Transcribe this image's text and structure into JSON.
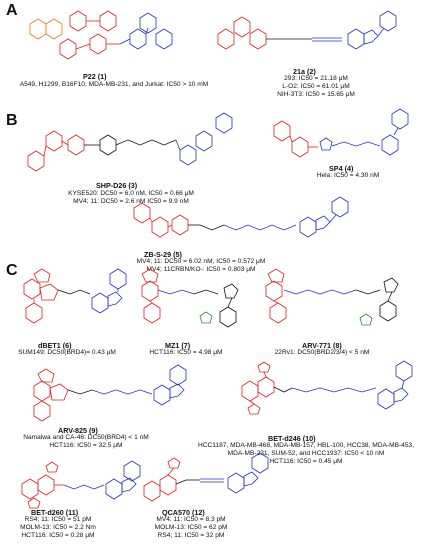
{
  "panels": {
    "a": "A",
    "b": "B",
    "c": "C"
  },
  "compounds": [
    {
      "name": "P22 (1)",
      "lines": [
        "A549, H1299, B16F10, MDA-MB-231, and Jurkat: IC50 > 10 mM"
      ]
    },
    {
      "name": "21a (2)",
      "lines": [
        "293: IC50 = 21.18 μM",
        "L-O2: IC50 = 61.01 μM",
        "NIH-3T3: IC50 = 15.65 μM"
      ]
    },
    {
      "name": "SHP-D26 (3)",
      "lines": [
        "KYSE520: DC50 = 6.0 nM, IC50 = 0.66 μM",
        "MV4; 11: DC50 = 2.6 nM IC50 = 9.9 nM"
      ]
    },
    {
      "name": "SP4 (4)",
      "lines": [
        "Hela: IC50 = 4.30 nM"
      ]
    },
    {
      "name": "ZB-S-29 (5)",
      "lines": [
        "MV4; 11: DC50 = 6.02 nM, IC50 = 0.572 μM",
        "MV4; 11CRBN/KO-: IC50 = 0.803 μM"
      ]
    },
    {
      "name": "dBET1 (6)",
      "lines": [
        "SUM149: DC50(BRD4)= 0.43 μM"
      ]
    },
    {
      "name": "MZ1 (7)",
      "lines": [
        "HCT116: IC50 = 4.98 μM"
      ]
    },
    {
      "name": "ARV-771 (8)",
      "lines": [
        "22Rv1: DC50(BRD2/3/4) < 5 nM"
      ]
    },
    {
      "name": "ARV-825 (9)",
      "lines": [
        "Namalwa and CA-46: DC50(BRD4) < 1 nM",
        "HCT116: IC50 = 32.5 μM"
      ]
    },
    {
      "name": "BET-d246 (10)",
      "lines": [
        "HCC1187, MDA-MB-468, MDA-MB-157, HBL-100, HCC38, MDA-MB-453,",
        "MDA-MB-231, SUM-52, and HCC1937: IC50 < 10 nM",
        "HCT116: IC50 = 0.45 μM"
      ]
    },
    {
      "name": "BET-d260 (11)",
      "lines": [
        "RS4; 11: IC50 = 51 pM",
        "MOLM-13: IC50 = 2.2 Nm",
        "HCT116: IC50 = 0.28 μM"
      ]
    },
    {
      "name": "QCA570 (12)",
      "lines": [
        "MV4; 11: IC50 = 8.3 pM",
        "MOLM-13: IC50 = 62 pM",
        "RS4; 11: IC50 = 32 pM"
      ]
    }
  ]
}
